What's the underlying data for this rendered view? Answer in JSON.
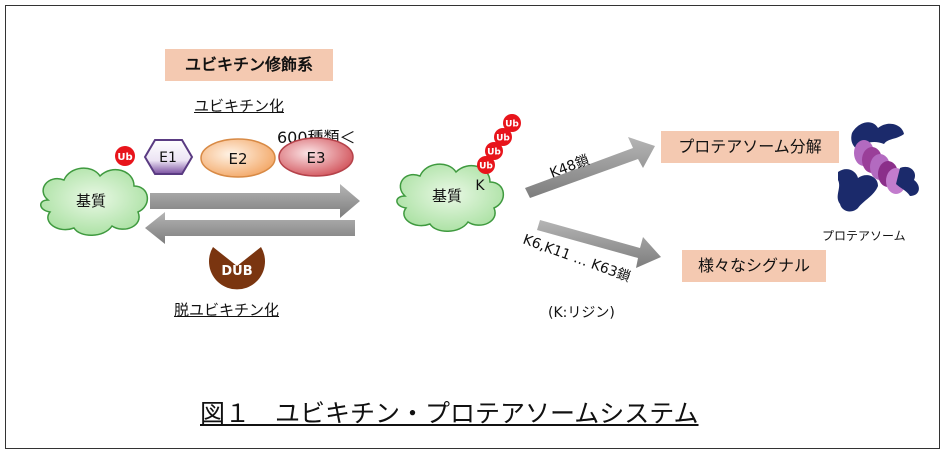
{
  "title_box": "ユビキチン修飾系",
  "ubiquitination_label": "ユビキチン化",
  "deubiquitination_label": "脱ユビキチン化",
  "e3_count_note": "600種類＜",
  "ub": "Ub",
  "enzymes": {
    "e1": "E1",
    "e2": "E2",
    "e3": "E3",
    "dub": "DUB"
  },
  "substrate": "基質",
  "lysine": "K",
  "k48_chain": "K48鎖",
  "other_chains": "K6,K11 … K63鎖",
  "lysine_note": "(K:リジン)",
  "proteasome_degradation": "プロテアソーム分解",
  "various_signals": "様々なシグナル",
  "proteasome_caption": "プロテアソーム",
  "figure_caption": "図１　ユビキチン・プロテアソームシステム",
  "colors": {
    "ub_red": "#e8141b",
    "e1_purple": "#7a4fa0",
    "e2_orange": "#f2a25e",
    "e3_red": "#cf4a52",
    "dub_brown": "#7a3510",
    "substrate_green": "#a8e0a0",
    "arrow_gray": "#8f8f8f",
    "label_box": "#f4c9b1",
    "proteasome_navy": "#1b2a6b",
    "proteasome_purple": "#8b2f8a"
  }
}
